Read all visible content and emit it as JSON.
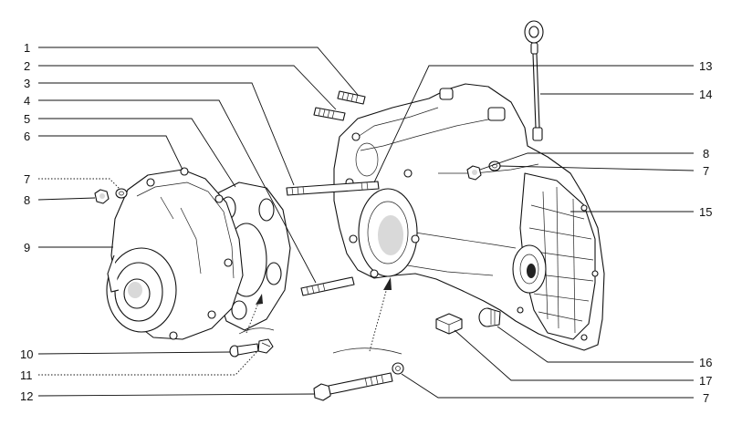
{
  "diagram": {
    "callouts": [
      {
        "id": "c1",
        "text": "1"
      },
      {
        "id": "c2",
        "text": "2"
      },
      {
        "id": "c3",
        "text": "3"
      },
      {
        "id": "c4",
        "text": "4"
      },
      {
        "id": "c5",
        "text": "5"
      },
      {
        "id": "c6",
        "text": "6"
      },
      {
        "id": "c7a",
        "text": "7"
      },
      {
        "id": "c8a",
        "text": "8"
      },
      {
        "id": "c9",
        "text": "9"
      },
      {
        "id": "c10",
        "text": "10"
      },
      {
        "id": "c11",
        "text": "11"
      },
      {
        "id": "c12",
        "text": "12"
      },
      {
        "id": "c13",
        "text": "13"
      },
      {
        "id": "c14",
        "text": "14"
      },
      {
        "id": "c8b",
        "text": "8"
      },
      {
        "id": "c7b",
        "text": "7"
      },
      {
        "id": "c15",
        "text": "15"
      },
      {
        "id": "c16",
        "text": "16"
      },
      {
        "id": "c17",
        "text": "17"
      },
      {
        "id": "c7c",
        "text": "7"
      }
    ]
  }
}
